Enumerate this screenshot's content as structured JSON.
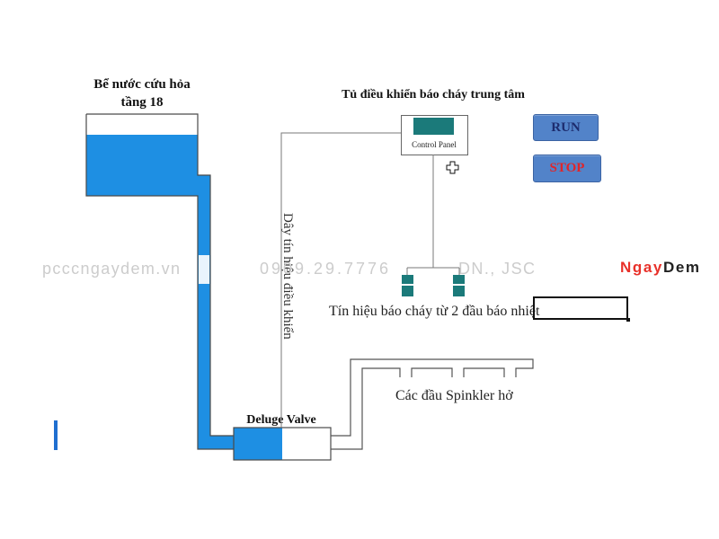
{
  "tank": {
    "title_line1": "Bể nước cứu hỏa",
    "title_line2": "tầng 18"
  },
  "control_panel": {
    "title": "Tủ điều khiển báo cháy trung tâm",
    "label": "Control Panel"
  },
  "signal_wire": {
    "label": "Dây tín hiệu điều khiển"
  },
  "heat_detectors": {
    "label": "Tín hiệu báo cháy từ 2 đầu báo nhiệt"
  },
  "deluge_valve": {
    "label": "Deluge Valve"
  },
  "sprinklers": {
    "label": "Các đầu Spinkler hở"
  },
  "controls": {
    "run_label": "RUN",
    "stop_label": "STOP"
  },
  "watermark": {
    "website": "pcccngaydem.vn",
    "phone": "0909.29.7776",
    "company": "DN., JSC",
    "logo_part1": "Ngay",
    "logo_part2": "Dem"
  },
  "icons": {
    "cursor": "move-cursor-icon"
  },
  "colors": {
    "water": "#1e8fe3",
    "panel": "#1b7a7a",
    "button": "#5283c9",
    "run_text": "#1d2c6e",
    "stop_text": "#e0252a",
    "logo_red": "#e8312a",
    "logo_dark": "#222222",
    "watermark": "#cccccc"
  }
}
